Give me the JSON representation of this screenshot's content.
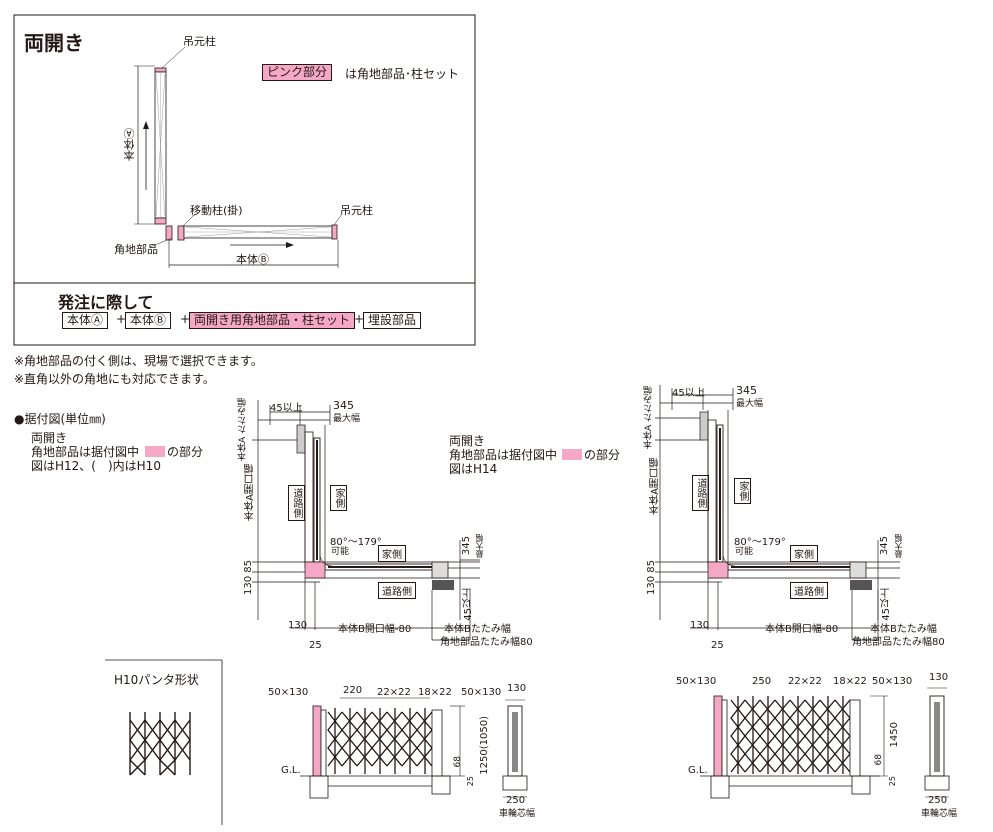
{
  "title": "両開き",
  "legend": {
    "pink_label": "ピンク部分",
    "suffix": "は角地部品･柱セット"
  },
  "upper_labels": {
    "post_top": "吊元柱",
    "body_a": "本体Ⓐ",
    "moving_post": "移動柱(掛)",
    "post_right": "吊元柱",
    "corner_part": "角地部品",
    "body_b": "本体Ⓑ"
  },
  "order": {
    "heading": "発注に際して",
    "items": [
      "本体Ⓐ",
      "本体Ⓑ",
      "両開き用角地部品・柱セット",
      "埋設部品"
    ],
    "plus": "+"
  },
  "notes": [
    "※角地部品の付く側は、現場で選択できます。",
    "※直角以外の角地にも対応できます。"
  ],
  "install": {
    "heading": "●据付図(単位㎜)",
    "left_text": [
      "両開き",
      "角地部品は据付図中",
      "の部分",
      "図はH12、(　)内はH10"
    ],
    "right_text": [
      "両開き",
      "角地部品は据付図中",
      "の部分",
      "図はH14"
    ]
  },
  "plan": {
    "fold_a": "本体A たたみ幅",
    "dim_45": "45以上",
    "dim_345": "345",
    "max_width": "最大幅",
    "open_a": "本体A開口幅",
    "road_side": "道路側",
    "house_side": "家側",
    "angle": "80°〜179°",
    "possible": "可能",
    "dim_130": "130",
    "dim_85": "85",
    "dim_25": "25",
    "open_b": "本体B開口幅-80",
    "fold_b": "本体Bたたみ幅",
    "corner_fold": "角地部品たたみ幅80"
  },
  "pantograph": {
    "label": "H10パンタ形状"
  },
  "elev_left": {
    "d1": "50×130",
    "d2": "220",
    "d3": "22×22",
    "d4": "18×22",
    "d5": "50×130",
    "side_130": "130",
    "height": "1250(1050)",
    "d68": "68",
    "d25": "25",
    "gl": "G.L.",
    "bottom": "250",
    "wheel": "車輪芯幅"
  },
  "elev_right": {
    "d1": "50×130",
    "d2": "250",
    "d3": "22×22",
    "d4": "18×22",
    "d5": "50×130",
    "side_130": "130",
    "height": "1450",
    "d68": "68",
    "d25": "25",
    "gl": "G.L.",
    "bottom": "250",
    "wheel": "車輪芯幅"
  },
  "colors": {
    "pink": "#f5a8c6",
    "line": "#231815",
    "gray": "#8a8a8a",
    "lightgray": "#bfbfbf"
  }
}
